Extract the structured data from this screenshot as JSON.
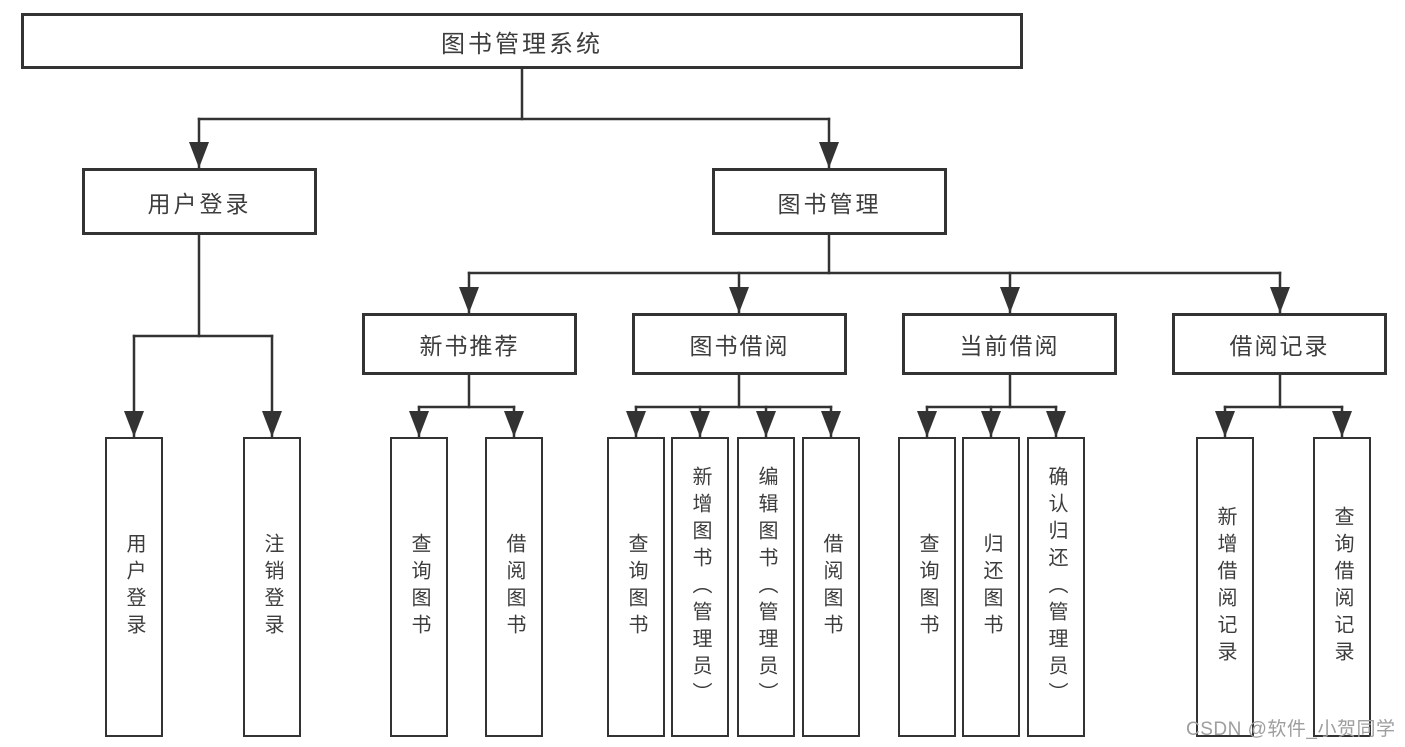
{
  "tree": {
    "root": "图书管理系统",
    "branches": [
      {
        "label": "用户登录",
        "leaves": [
          "用户登录",
          "注销登录"
        ]
      },
      {
        "label": "图书管理",
        "groups": [
          {
            "label": "新书推荐",
            "leaves": [
              "查询图书",
              "借阅图书"
            ]
          },
          {
            "label": "图书借阅",
            "leaves": [
              "查询图书",
              "新增图书（管理员）",
              "编辑图书（管理员）",
              "借阅图书"
            ]
          },
          {
            "label": "当前借阅",
            "leaves": [
              "查询图书",
              "归还图书",
              "确认归还（管理员）"
            ]
          },
          {
            "label": "借阅记录",
            "leaves": [
              "新增借阅记录",
              "查询借阅记录"
            ]
          }
        ]
      }
    ]
  },
  "watermark": "CSDN @软件_小贺同学",
  "colors": {
    "line": "#333333",
    "box_border": "#333333",
    "box_background": "#ffffff",
    "text": "#3d3d3d",
    "watermark": "#9e9e9e",
    "page_background": "#ffffff"
  }
}
